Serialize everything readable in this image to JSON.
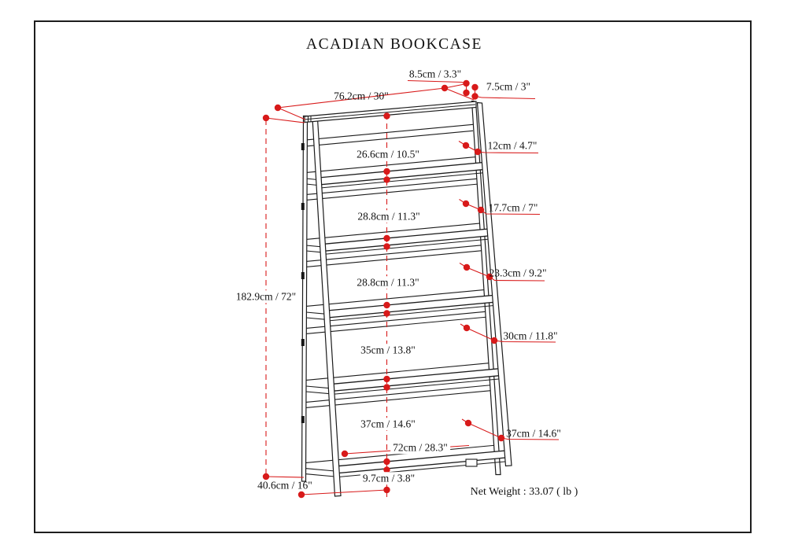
{
  "page": {
    "title": "ACADIAN BOOKCASE",
    "net_weight": "Net Weight : 33.07 ( lb )"
  },
  "dimensions": {
    "top_depth": "8.5cm / 3.3\"",
    "side_frame_top": "7.5cm / 3\"",
    "top_width": "76.2cm / 30\"",
    "overall_height": "182.9cm / 72\"",
    "shelf1_clearance": "26.6cm / 10.5\"",
    "shelf1_depth": "12cm / 4.7\"",
    "shelf2_clearance": "28.8cm / 11.3\"",
    "shelf2_depth": "17.7cm / 7\"",
    "shelf3_clearance": "28.8cm / 11.3\"",
    "shelf3_depth": "23.3cm / 9.2\"",
    "shelf4_clearance": "35cm / 13.8\"",
    "shelf4_depth": "30cm / 11.8\"",
    "shelf5_clearance": "37cm / 14.6\"",
    "shelf5_depth": "37cm / 14.6\"",
    "bottom_shelf_width": "72cm / 28.3\"",
    "base_depth": "40.6cm / 16\"",
    "bottom_clearance": "9.7cm / 3.8\""
  },
  "colors": {
    "annotation_red": "#d81a1a",
    "line_black": "#1c1c1c"
  }
}
